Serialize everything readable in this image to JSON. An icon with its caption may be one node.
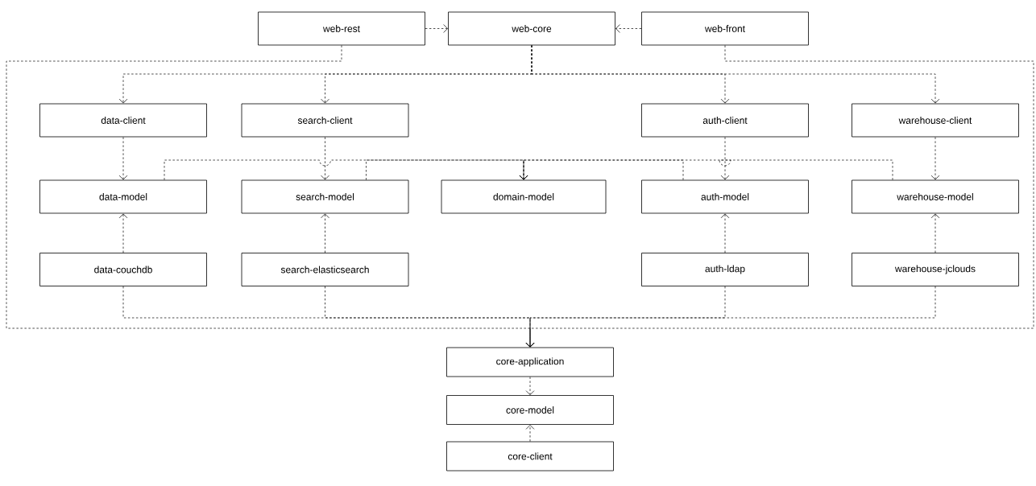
{
  "diagram": {
    "nodes": [
      {
        "text": [
          "web-rest"
        ]
      },
      {
        "text": [
          "web-core"
        ]
      },
      {
        "text": [
          "web-front"
        ]
      },
      {
        "text": [
          "data-client"
        ]
      },
      {
        "text": [
          "search-client"
        ]
      },
      {
        "text": [
          "auth-client"
        ]
      },
      {
        "text": [
          "warehouse-client"
        ]
      },
      {
        "text": [
          "data-model"
        ]
      },
      {
        "text": [
          "search-model"
        ]
      },
      {
        "text": [
          "domain-model"
        ]
      },
      {
        "text": [
          "auth-model"
        ]
      },
      {
        "text": [
          "warehouse-model"
        ]
      },
      {
        "text": [
          "data-couchdb"
        ]
      },
      {
        "text": [
          "search-elasticsearch"
        ]
      },
      {
        "text": [
          "auth-ldap"
        ]
      },
      {
        "text": [
          "warehouse-jclouds"
        ]
      },
      {
        "text": [
          "core-application"
        ]
      },
      {
        "text": [
          "core-model"
        ]
      },
      {
        "text": [
          "core-client"
        ]
      }
    ],
    "edges": [
      {
        "from": 0,
        "to": 1,
        "arrow": "to",
        "style": "dashed"
      },
      {
        "from": 2,
        "to": 1,
        "arrow": "to",
        "style": "dashed"
      },
      {
        "from": 1,
        "to": 3,
        "arrow": "to",
        "style": "dashed"
      },
      {
        "from": 1,
        "to": 4,
        "arrow": "to",
        "style": "dashed"
      },
      {
        "from": 1,
        "to": 5,
        "arrow": "to",
        "style": "dashed"
      },
      {
        "from": 1,
        "to": 6,
        "arrow": "to",
        "style": "dashed"
      },
      {
        "from": 0,
        "to": 16,
        "arrow": "to",
        "style": "dashed"
      },
      {
        "from": 2,
        "to": 16,
        "arrow": "to",
        "style": "dashed"
      },
      {
        "from": 3,
        "to": 7,
        "arrow": "to",
        "style": "dashed"
      },
      {
        "from": 4,
        "to": 8,
        "arrow": "to",
        "style": "dashed"
      },
      {
        "from": 5,
        "to": 10,
        "arrow": "to",
        "style": "dashed"
      },
      {
        "from": 6,
        "to": 11,
        "arrow": "to",
        "style": "dashed"
      },
      {
        "from": 7,
        "to": 9,
        "arrow": "to",
        "style": "dashed"
      },
      {
        "from": 8,
        "to": 9,
        "arrow": "to",
        "style": "dashed"
      },
      {
        "from": 10,
        "to": 9,
        "arrow": "to",
        "style": "dashed"
      },
      {
        "from": 11,
        "to": 9,
        "arrow": "to",
        "style": "dashed"
      },
      {
        "from": 12,
        "to": 7,
        "arrow": "to",
        "style": "dashed"
      },
      {
        "from": 13,
        "to": 8,
        "arrow": "to",
        "style": "dashed"
      },
      {
        "from": 14,
        "to": 10,
        "arrow": "to",
        "style": "dashed"
      },
      {
        "from": 15,
        "to": 11,
        "arrow": "to",
        "style": "dashed"
      },
      {
        "from": 12,
        "to": 16,
        "arrow": "to",
        "style": "dashed"
      },
      {
        "from": 13,
        "to": 16,
        "arrow": "to",
        "style": "dashed"
      },
      {
        "from": 14,
        "to": 16,
        "arrow": "to",
        "style": "dashed"
      },
      {
        "from": 15,
        "to": 16,
        "arrow": "to",
        "style": "dashed"
      },
      {
        "from": 16,
        "to": 17,
        "arrow": "to",
        "style": "dashed"
      },
      {
        "from": 18,
        "to": 17,
        "arrow": "to",
        "style": "dashed"
      }
    ]
  }
}
